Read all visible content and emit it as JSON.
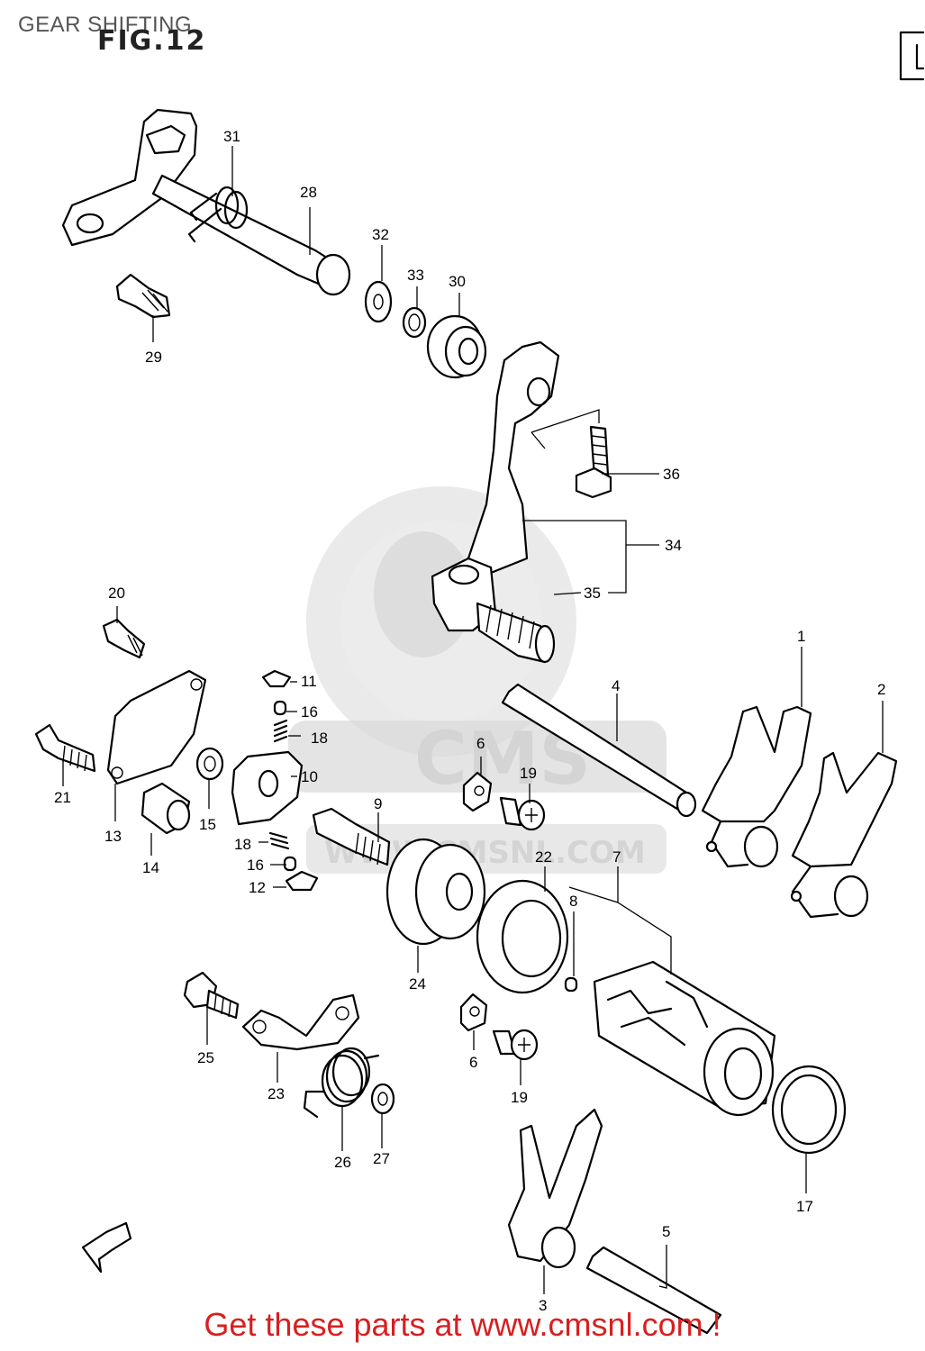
{
  "header": {
    "title": "GEAR SHIFTING",
    "figure": "FIG.12"
  },
  "watermark": {
    "brand": "CMS",
    "site": "WWW.CMSNL.COM"
  },
  "footer": {
    "text": "Get these parts at www.cmsnl.com !",
    "color": "#d81f1f"
  },
  "callouts": {
    "c1": "1",
    "c2": "2",
    "c3": "3",
    "c4": "4",
    "c5": "5",
    "c6a": "6",
    "c6b": "6",
    "c7": "7",
    "c8": "8",
    "c9": "9",
    "c10": "10",
    "c11": "11",
    "c12": "12",
    "c13": "13",
    "c14": "14",
    "c15": "15",
    "c16a": "16",
    "c16b": "16",
    "c17": "17",
    "c18a": "18",
    "c18b": "18",
    "c19a": "19",
    "c19b": "19",
    "c20": "20",
    "c21": "21",
    "c22": "22",
    "c23": "23",
    "c24": "24",
    "c25": "25",
    "c26": "26",
    "c27": "27",
    "c28": "28",
    "c29": "29",
    "c30": "30",
    "c31": "31",
    "c32": "32",
    "c33": "33",
    "c34": "34",
    "c35": "35",
    "c36": "36"
  }
}
